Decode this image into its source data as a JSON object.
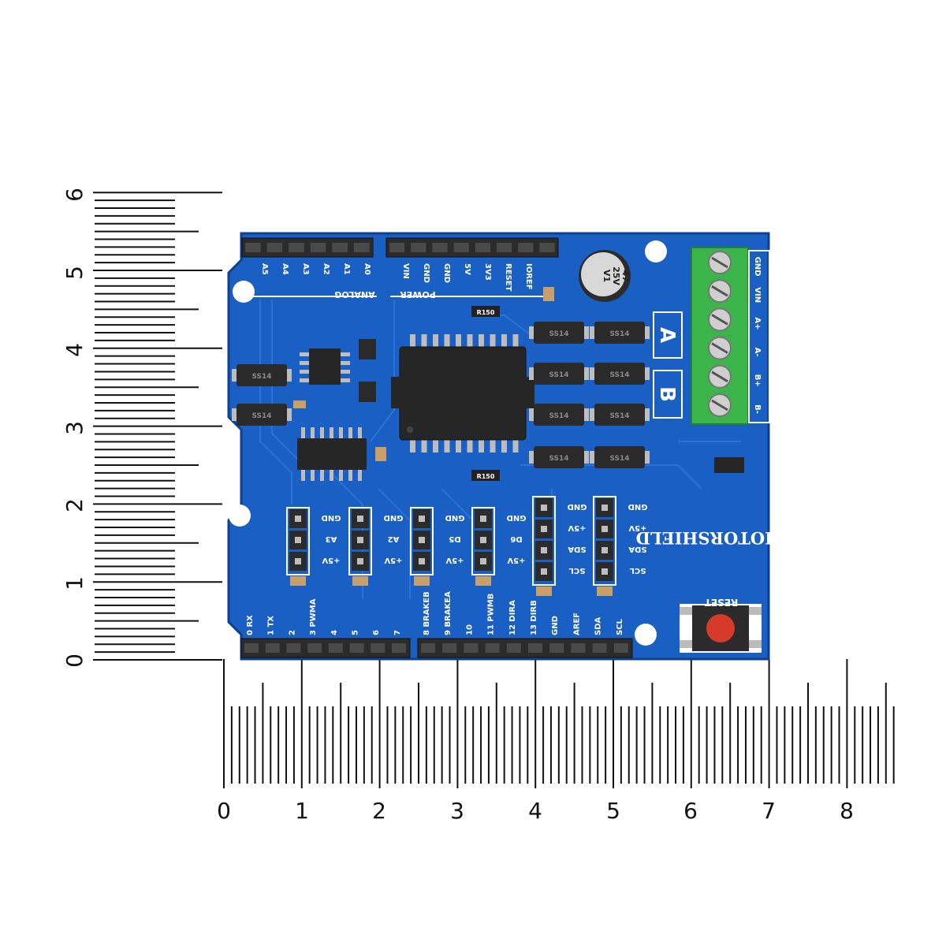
{
  "ruler": {
    "x_labels": [
      "0",
      "1",
      "2",
      "3",
      "4",
      "5",
      "6",
      "7",
      "8"
    ],
    "y_labels": [
      "0",
      "1",
      "2",
      "3",
      "4",
      "5",
      "6"
    ]
  },
  "board": {
    "title": "MOTORSHIELD",
    "reset_label": "RESET",
    "analog_label": "ANALOG",
    "power_label": "POWER",
    "analog_pins": [
      "A5",
      "A4",
      "A3",
      "A2",
      "A1",
      "A0"
    ],
    "power_pins": [
      "VIN",
      "GND",
      "GND",
      "5V",
      "3V3",
      "RESET",
      "IOREF"
    ],
    "capacitor_text": [
      "47",
      "25V",
      "V1"
    ],
    "terminal_labels": [
      "GND",
      "VIN",
      "A+",
      "A-",
      "B+",
      "B-"
    ],
    "motor_labels": [
      "A",
      "B"
    ],
    "digital_pins": [
      "0 RX",
      "1 TX",
      "2",
      "3 PWMA",
      "4",
      "5",
      "6",
      "7",
      "8 BRAKEB",
      "9 BRAKEA",
      "10",
      "11 PWMB",
      "12 DIRA",
      "13 DIRB",
      "GND",
      "AREF",
      "SDA",
      "SCL"
    ],
    "headers": [
      {
        "pins": [
          "GND",
          "A3",
          "+5V"
        ]
      },
      {
        "pins": [
          "GND",
          "A2",
          "+5V"
        ]
      },
      {
        "pins": [
          "GND",
          "D5",
          "+5V"
        ]
      },
      {
        "pins": [
          "GND",
          "D6",
          "+5V"
        ]
      },
      {
        "pins": [
          "GND",
          "+5V",
          "SDA",
          "SCL"
        ]
      },
      {
        "pins": [
          "GND",
          "+5V",
          "SDA",
          "SCL"
        ]
      }
    ],
    "resistor_label": "R150",
    "diode_label": "SS14"
  },
  "colors": {
    "pcb": "#1a5fc4",
    "pcb_dark": "#0f3f8f",
    "terminal": "#3bb54a",
    "button": "#d63a2a"
  }
}
